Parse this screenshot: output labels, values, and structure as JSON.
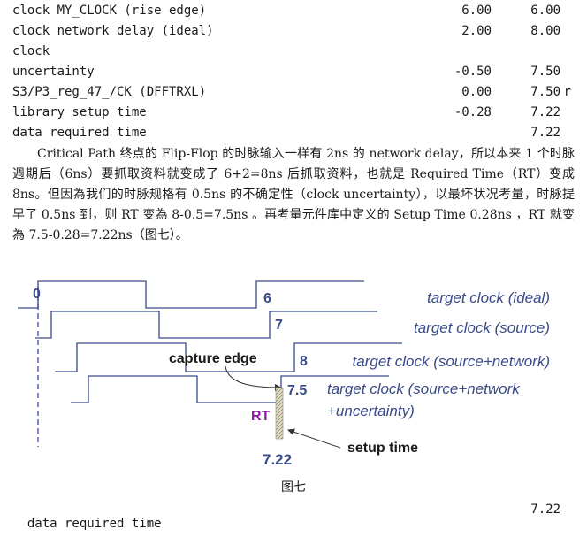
{
  "report": {
    "rows": [
      {
        "label": "clock MY_CLOCK (rise edge)",
        "incr": "6.00",
        "path": "6.00",
        "flag": ""
      },
      {
        "label": "clock network delay (ideal)",
        "incr": "2.00",
        "path": "8.00",
        "flag": ""
      },
      {
        "label": "clock",
        "incr": "",
        "path": "",
        "flag": ""
      },
      {
        "label": "uncertainty",
        "incr": "-0.50",
        "path": "7.50",
        "flag": ""
      },
      {
        "label": "S3/P3_reg_47_/CK (DFFTRXL)",
        "incr": "0.00",
        "path": "7.50",
        "flag": "r"
      },
      {
        "label": "library setup time",
        "incr": "-0.28",
        "path": "7.22",
        "flag": ""
      },
      {
        "label": "data required time",
        "incr": "",
        "path": "7.22",
        "flag": ""
      }
    ]
  },
  "paragraph": "Critical Path 终点的 Flip-Flop 的时脉输入一样有 2ns 的 network delay，所以本来 1 个时脉週期后（6ns）要抓取资料就变成了 6+2=8ns 后抓取资料，也就是 Required Time（RT）变成 8ns。但因為我们的时脉规格有 0.5ns 的不确定性（clock uncertainty），以最坏状况考量，时脉提早了 0.5ns 到，则 RT 变為 8-0.5=7.5ns 。再考量元件库中定义的 Setup Time 0.28ns ，RT 就变為 7.5-0.28=7.22ns（图七）。",
  "figure": {
    "waves": [
      {
        "edge_label": "0",
        "edge_time": "6",
        "name": "target clock (ideal)"
      },
      {
        "edge_time": "7",
        "name": "target clock (source)"
      },
      {
        "edge_time": "8",
        "name": "target clock (source+network)"
      },
      {
        "edge_time": "7.5",
        "name_line1": "target clock (source+network",
        "name_line2": "+uncertainty)"
      }
    ],
    "capture_edge": "capture edge",
    "rt": "RT",
    "setup_time": "setup time",
    "result": "7.22",
    "colors": {
      "wave": "#3a4a8a",
      "dashed": "#5060c0",
      "rt": "#8a1aa0",
      "hatch": "#8a8a70"
    }
  },
  "caption": "图七",
  "footer": {
    "label": "data required time",
    "value": "7.22"
  }
}
